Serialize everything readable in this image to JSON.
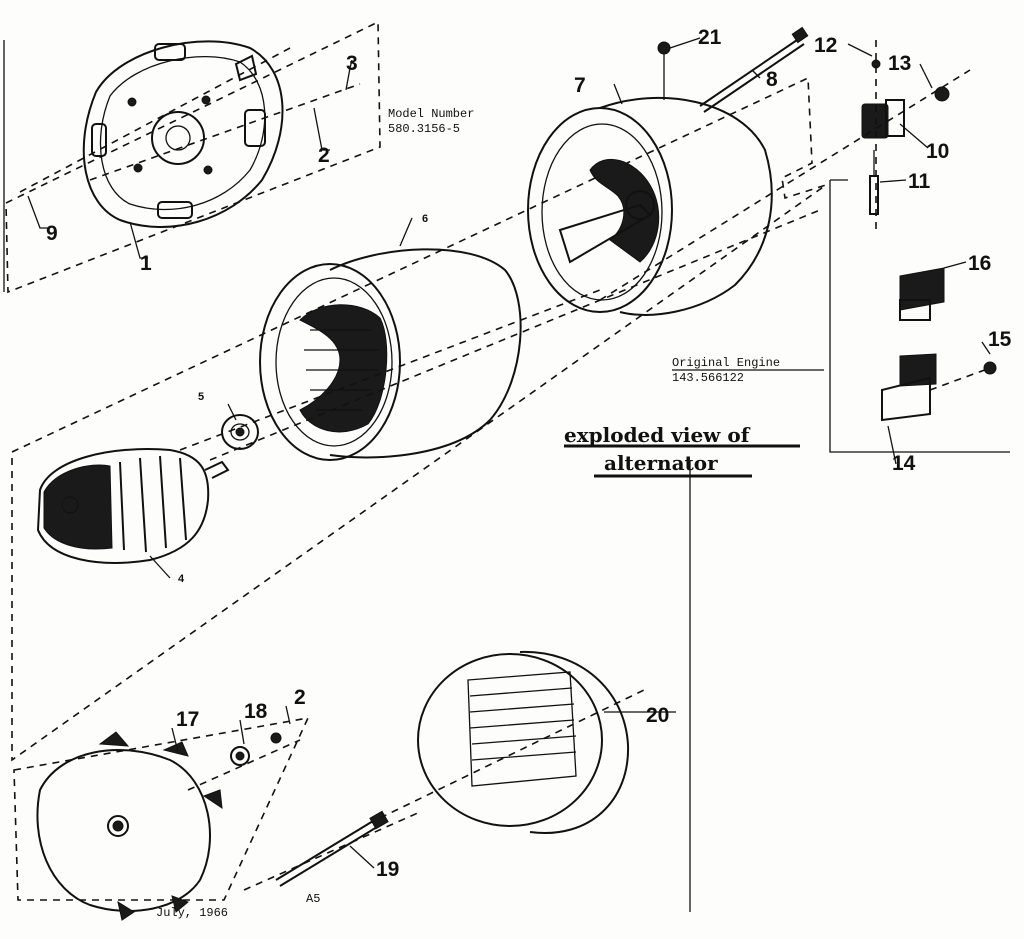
{
  "title": {
    "line1": "exploded view of",
    "line2": "alternator"
  },
  "notes": {
    "model_label": "Model Number",
    "model_value": "580.3156-5",
    "engine_label": "Original Engine",
    "engine_value": "143.566122",
    "date": "July, 1966",
    "page_code": "A5"
  },
  "callouts": {
    "c1": "1",
    "c2a": "2",
    "c2b": "2",
    "c3": "3",
    "c4": "4",
    "c5": "5",
    "c6": "6",
    "c7": "7",
    "c8": "8",
    "c9": "9",
    "c10": "10",
    "c11": "11",
    "c12": "12",
    "c13": "13",
    "c14": "14",
    "c15": "15",
    "c16": "16",
    "c17": "17",
    "c18": "18",
    "c19": "19",
    "c20": "20",
    "c21": "21"
  }
}
